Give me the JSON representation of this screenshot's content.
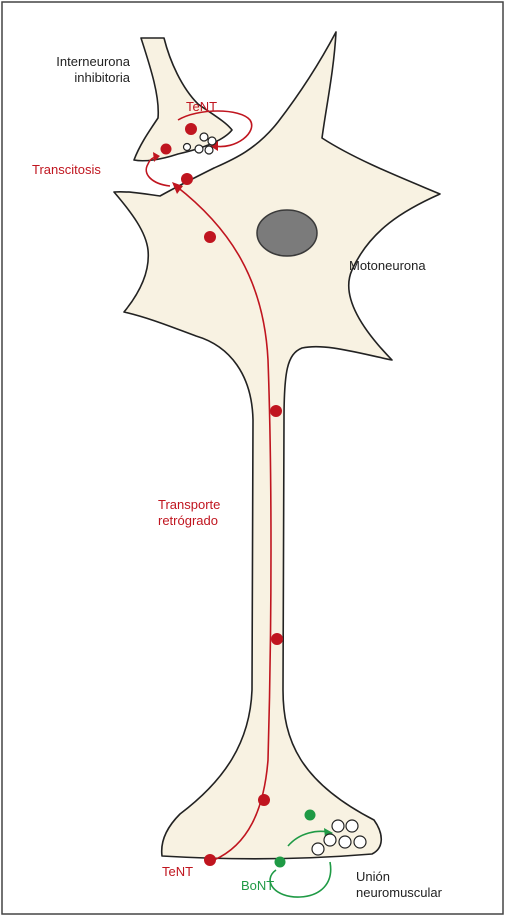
{
  "labels": {
    "interneurona_line1": "Interneurona",
    "interneurona_line2": "inhibitoria",
    "tent_top": "TeNT",
    "transcitosis": "Transcitosis",
    "motoneurona": "Motoneurona",
    "transporte_line1": "Transporte",
    "transporte_line2": "retrógrado",
    "tent_bottom": "TeNT",
    "bont": "BoNT",
    "union_line1": "Unión",
    "union_line2": "neuromuscular"
  },
  "colors": {
    "cell_fill": "#f8f2e2",
    "outline": "#222222",
    "toxin_red": "#c0151f",
    "bont_green": "#1f9a45",
    "nucleus": "#7b7b7b"
  }
}
